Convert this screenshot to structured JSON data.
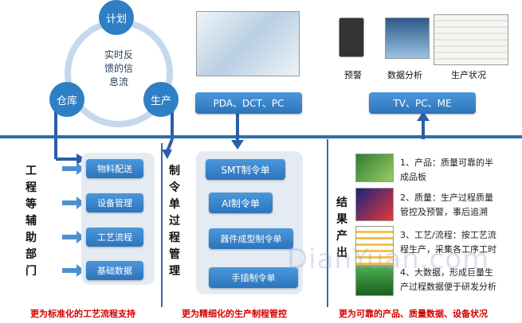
{
  "cycle": {
    "top": "计划",
    "left": "仓库",
    "right": "生产",
    "center": [
      "实时反",
      "馈的信",
      "息流"
    ]
  },
  "top_boxes": {
    "devices": "PDA、DCT、PC",
    "outputs": "TV、PC、ME"
  },
  "top_captions": [
    "预警",
    "数据分析",
    "生产状况"
  ],
  "section1": {
    "title_chars": [
      "工",
      "程",
      "等",
      "辅",
      "助",
      "部",
      "门"
    ],
    "items": [
      "物料配送",
      "设备管理",
      "工艺流程",
      "基础数据"
    ],
    "footer": "更为标准化的工艺流程支持"
  },
  "section2": {
    "title_chars": [
      "制",
      "令",
      "单",
      "过",
      "程",
      "管",
      "理"
    ],
    "items": [
      "SMT制令单",
      "AI制令单",
      "器件成型制令单",
      "手插制令单"
    ],
    "footer": "更为精细化的生产制程管控"
  },
  "section3": {
    "title_chars": [
      "结",
      "果",
      "产",
      "出"
    ],
    "results": [
      [
        "1、产品：质量可靠的半",
        "成品板"
      ],
      [
        "2、质量：生产过程质量",
        "管控及预警，事后追溯"
      ],
      [
        "3、工艺/流程：按工艺流",
        "程生产，采集各工序工时"
      ],
      [
        "4、大数据，形成巨量生",
        "产过程数据便于研发分析"
      ]
    ],
    "footer": "更为可靠的产品、质量数据、设备状况"
  },
  "watermark": "DianYuan.com",
  "colors": {
    "accent": "#2f7fc4",
    "footer": "#d40000",
    "band": "#2e6db0"
  }
}
